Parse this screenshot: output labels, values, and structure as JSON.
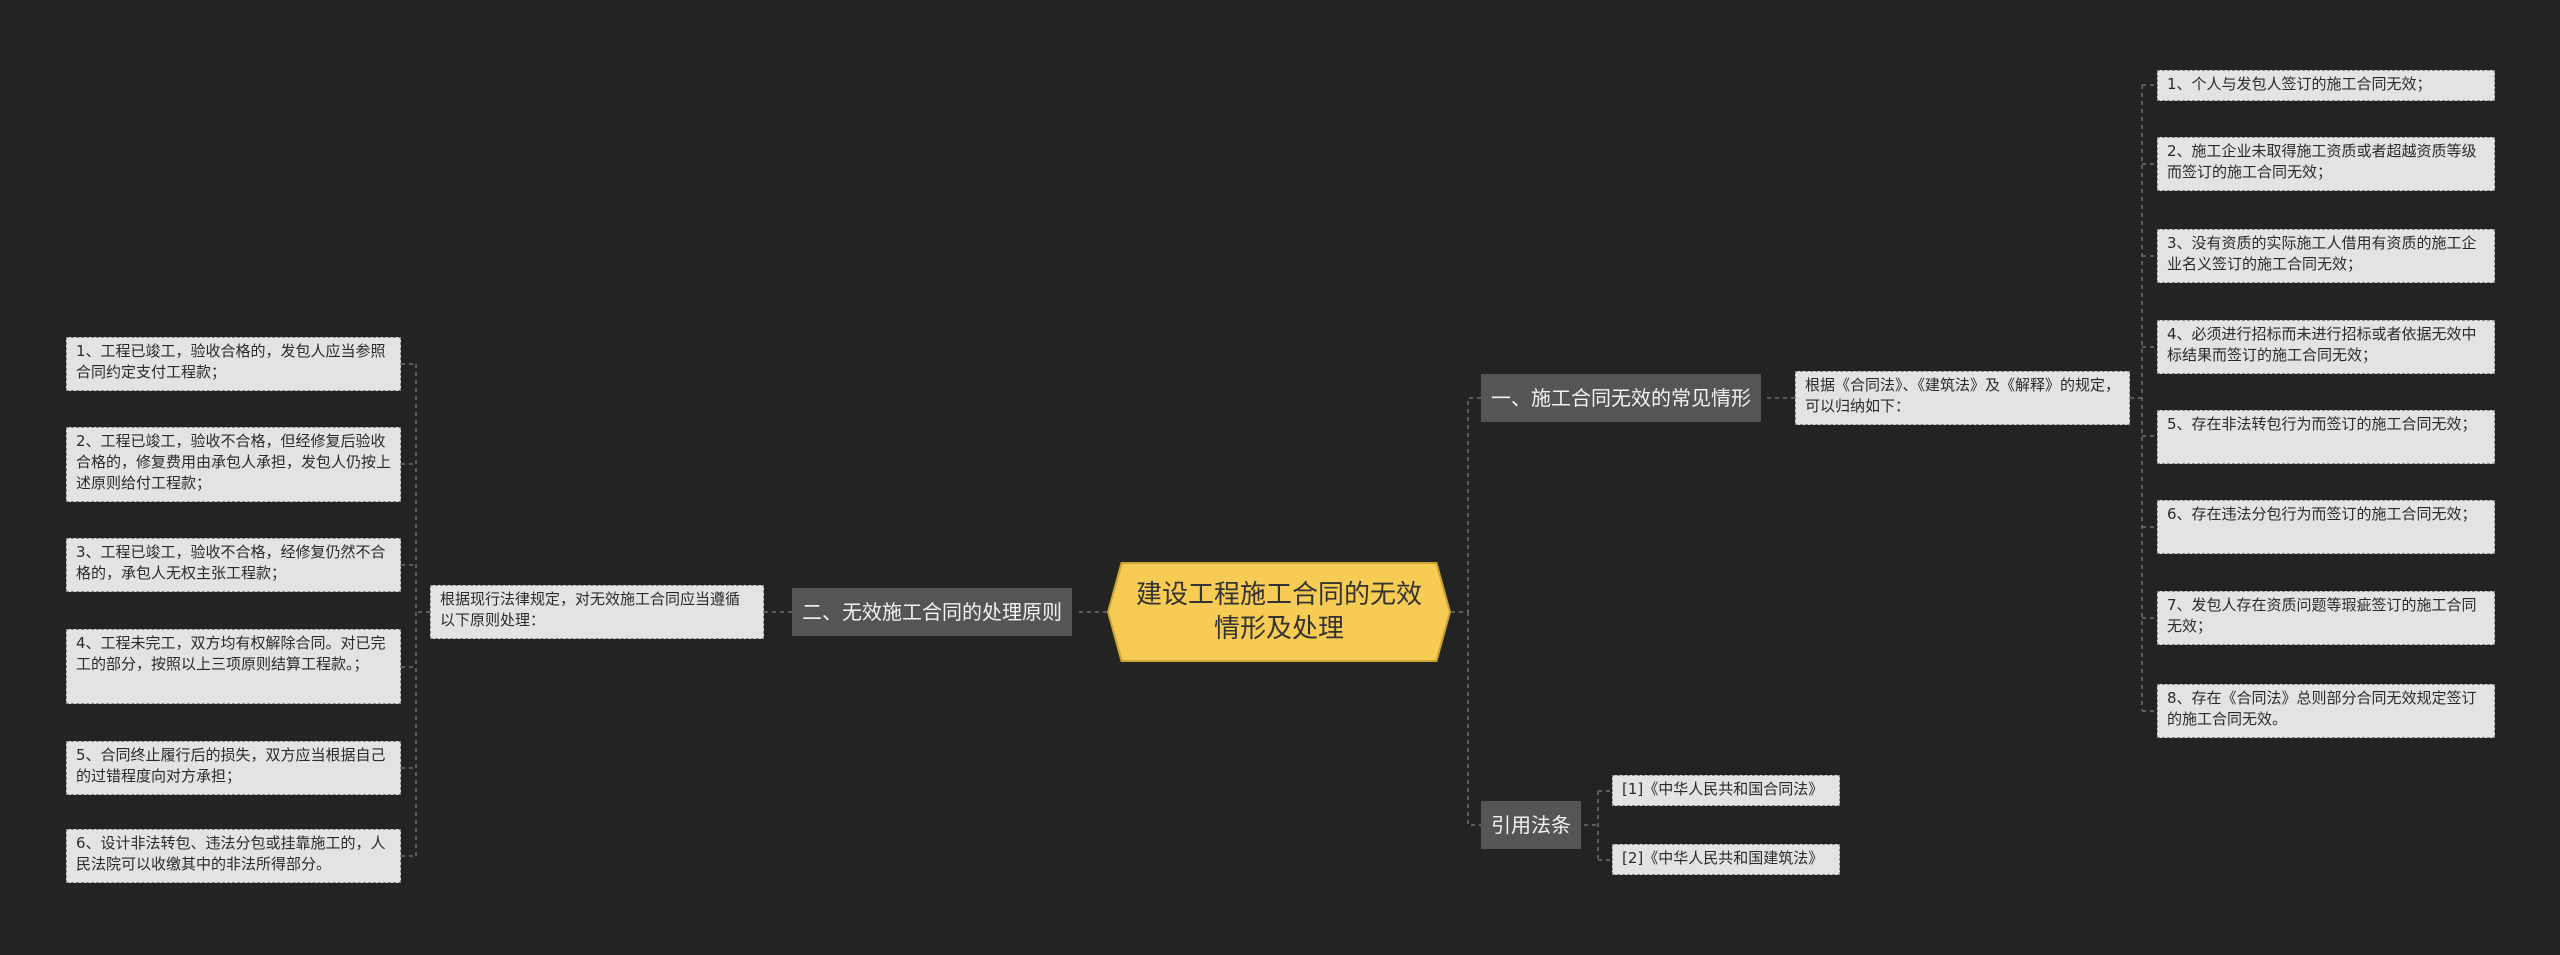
{
  "root": {
    "title": "建设工程施工合同的无效情形及处理"
  },
  "branches": {
    "common": {
      "label": "一、施工合同无效的常见情形",
      "intro": "根据《合同法》、《建筑法》及《解释》的规定，可以归纳如下：",
      "items": [
        "1、个人与发包人签订的施工合同无效；",
        "2、施工企业未取得施工资质或者超越资质等级而签订的施工合同无效；",
        "3、没有资质的实际施工人借用有资质的施工企业名义签订的施工合同无效；",
        "4、必须进行招标而未进行招标或者依据无效中标结果而签订的施工合同无效；",
        "5、存在非法转包行为而签订的施工合同无效；",
        "6、存在违法分包行为而签订的施工合同无效；",
        "7、发包人存在资质问题等瑕疵签订的施工合同无效；",
        "8、存在《合同法》总则部分合同无效规定签订的施工合同无效。"
      ]
    },
    "handling": {
      "label": "二、无效施工合同的处理原则",
      "intro": "根据现行法律规定，对无效施工合同应当遵循以下原则处理：",
      "items": [
        "1、工程已竣工，验收合格的，发包人应当参照合同约定支付工程款；",
        "2、工程已竣工，验收不合格，但经修复后验收合格的，修复费用由承包人承担，发包人仍按上述原则给付工程款；",
        "3、工程已竣工，验收不合格，经修复仍然不合格的，承包人无权主张工程款；",
        "4、工程未完工，双方均有权解除合同。对已完工的部分，按照以上三项原则结算工程款。；",
        "5、合同终止履行后的损失，双方应当根据自己的过错程度向对方承担；",
        "6、设计非法转包、违法分包或挂靠施工的，人民法院可以收缴其中的非法所得部分。"
      ]
    },
    "laws": {
      "label": "引用法条",
      "items": [
        "[1]《中华人民共和国合同法》",
        "[2]《中华人民共和国建筑法》"
      ]
    }
  }
}
